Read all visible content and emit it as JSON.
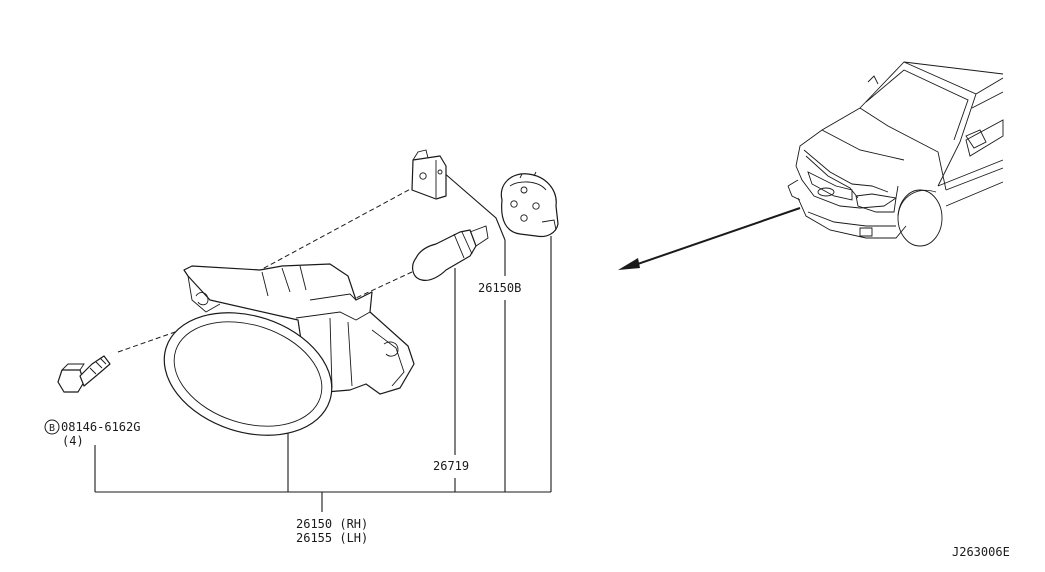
{
  "labels": {
    "bolt_marker": "B",
    "bolt_part": "08146-6162G",
    "bolt_qty": "(4)",
    "bulb_socket": "26150B",
    "bulb": "26719",
    "fog_lamp_rh": "26150 (RH)",
    "fog_lamp_lh": "26155 (LH)",
    "diagram_id": "J263006E"
  }
}
